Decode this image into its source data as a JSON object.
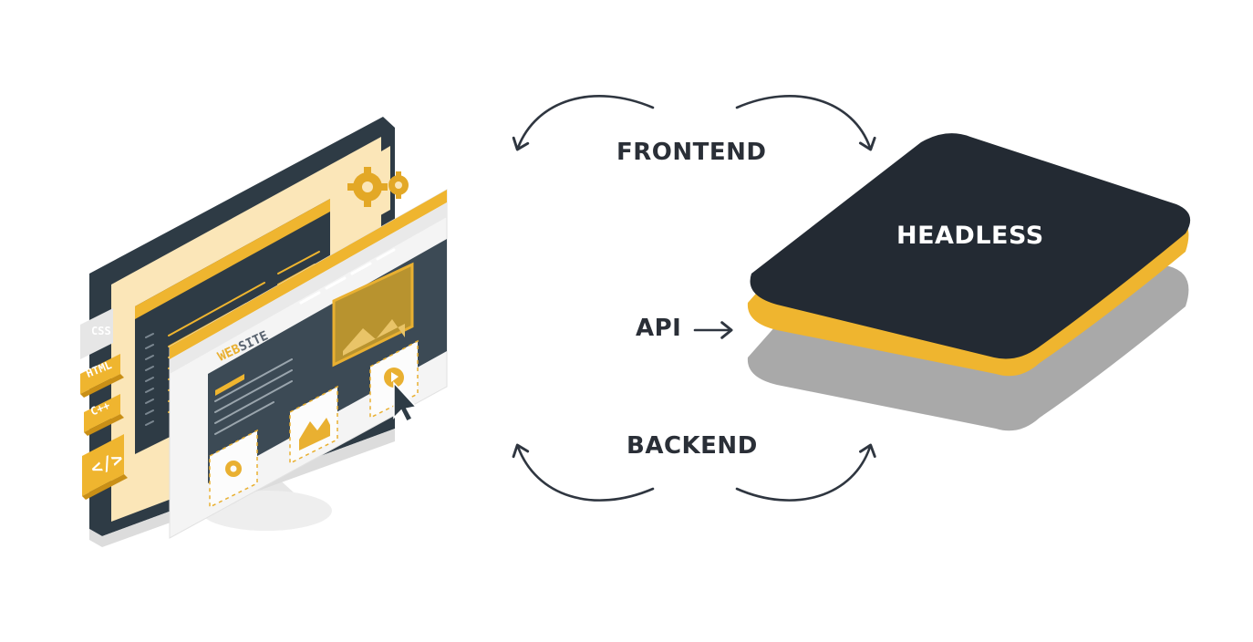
{
  "diagram": {
    "frontend_label": "FRONTEND",
    "backend_label": "BACKEND",
    "api_label": "API",
    "headless_label": "HEADLESS"
  },
  "illustration": {
    "tags": {
      "css": "CSS",
      "html": "HTML",
      "cpp": "C++",
      "code": "</>",
      "website_part1": "WEB",
      "website_part2": "SITE"
    }
  },
  "colors": {
    "dark": "#232a33",
    "yellow": "#efb52f",
    "gray_layer": "#a9a9a9",
    "arrow": "#2f3640",
    "monitor": "#2e3b45",
    "panel_cream": "#fbe6b8"
  },
  "icons": [
    "gear-icon",
    "image-icon",
    "play-icon",
    "cursor-icon",
    "code-icon"
  ]
}
